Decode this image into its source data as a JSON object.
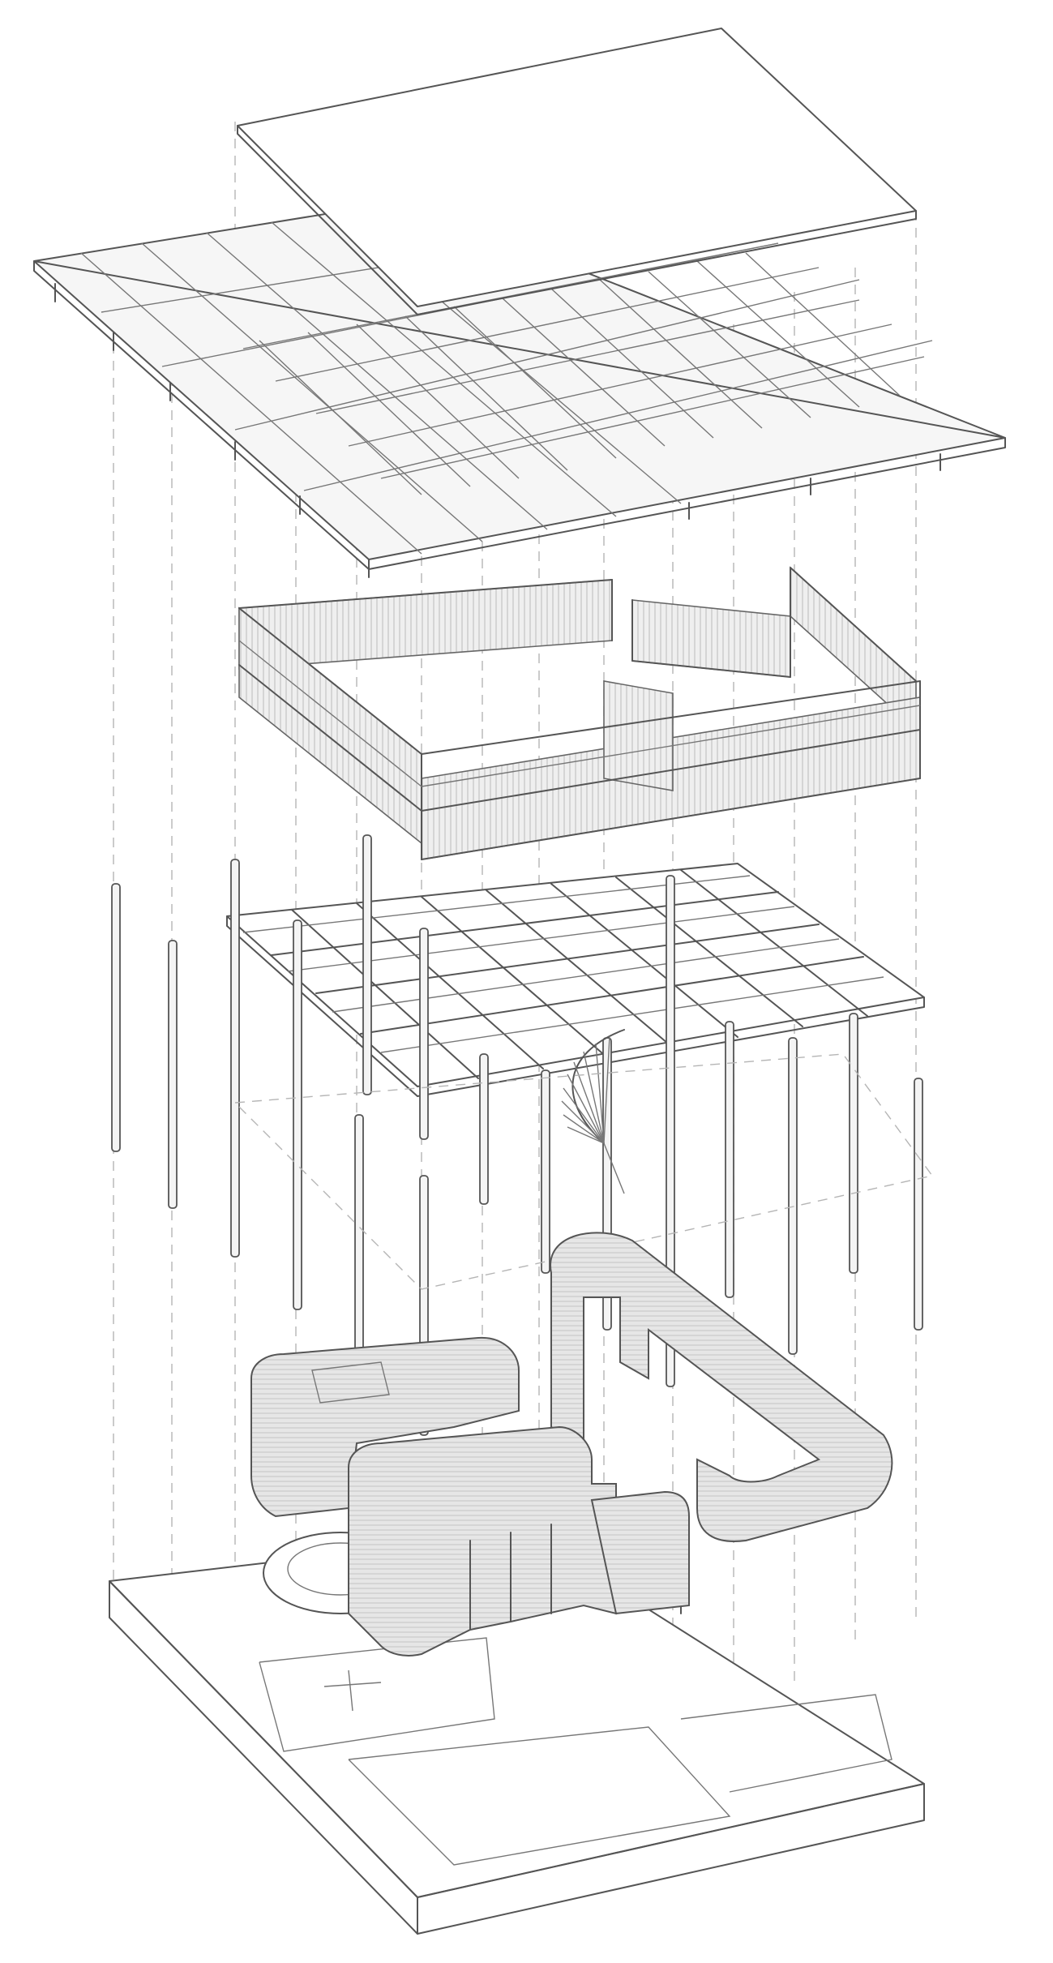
{
  "diagram": {
    "type": "exploded-axonometric",
    "layers": [
      {
        "id": "roof-panel"
      },
      {
        "id": "roof-grid-frame"
      },
      {
        "id": "upper-balustrade-walls"
      },
      {
        "id": "floor-beam-grid"
      },
      {
        "id": "columns"
      },
      {
        "id": "spiral-stair"
      },
      {
        "id": "curved-printed-walls"
      },
      {
        "id": "ground-slab"
      }
    ],
    "colors": {
      "line": "#555555",
      "fill-light": "#f6f6f6",
      "wall": "#e4e4e4",
      "guide": "#b5b5b5"
    }
  }
}
